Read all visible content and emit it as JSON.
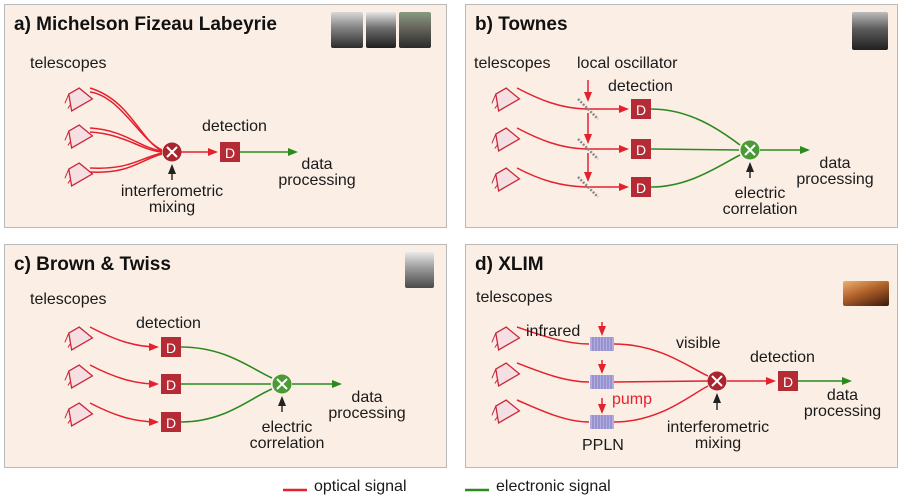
{
  "panels": {
    "a": {
      "title": "a) Michelson Fizeau Labeyrie",
      "telescopes": "telescopes",
      "detection": "detection",
      "mixing_1": "interferometric",
      "mixing_2": "mixing",
      "data_1": "data",
      "data_2": "processing"
    },
    "b": {
      "title": "b) Townes",
      "telescopes": "telescopes",
      "local_oscillator": "local oscillator",
      "detection": "detection",
      "correlation_1": "electric",
      "correlation_2": "correlation",
      "data_1": "data",
      "data_2": "processing"
    },
    "c": {
      "title": "c) Brown & Twiss",
      "telescopes": "telescopes",
      "detection": "detection",
      "correlation_1": "electric",
      "correlation_2": "correlation",
      "data_1": "data",
      "data_2": "processing"
    },
    "d": {
      "title": "d) XLIM",
      "telescopes": "telescopes",
      "infrared": "infrared",
      "visible": "visible",
      "pump": "pump",
      "ppln": "PPLN",
      "detection": "detection",
      "mixing_1": "interferometric",
      "mixing_2": "mixing",
      "data_1": "data",
      "data_2": "processing"
    }
  },
  "detector_letter": "D",
  "legend": {
    "optical": "optical signal",
    "electronic": "electronic signal"
  },
  "colors": {
    "optical": "#e5212e",
    "electronic": "#2b8a1e",
    "panel_bg": "#fbeee5",
    "detector": "#b52b35",
    "mixer": "#a8242f",
    "correlator": "#4a9a35",
    "ppln": "#a9a3dc"
  }
}
